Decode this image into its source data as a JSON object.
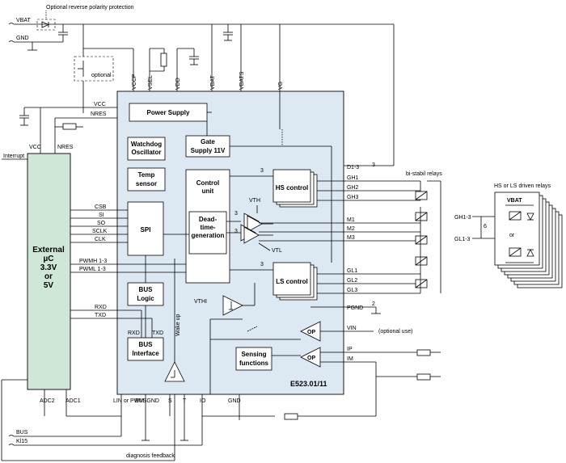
{
  "top": {
    "vbat": "VBAT",
    "gnd": "GND",
    "polarity_note": "Optional reverse polarity protection",
    "optional": "optional",
    "interrupt": "Interrupt",
    "vcc": "VCC",
    "nres": "NRES"
  },
  "pins_top": [
    "VCCP",
    "VSEL",
    "VDD",
    "VBAT",
    "VBATS",
    "VG"
  ],
  "ic": {
    "part_number": "E523.01/11",
    "power_supply": "Power Supply",
    "watchdog_1": "Watchdog",
    "watchdog_2": "Oscillator",
    "gate_1": "Gate",
    "gate_2": "Supply 11V",
    "temp_1": "Temp",
    "temp_2": "sensor",
    "control_1": "Control",
    "control_2": "unit",
    "dead_1": "Dead-",
    "dead_2": "time-",
    "dead_3": "generation",
    "spi": "SPI",
    "hs_control": "HS control",
    "ls_control": "LS control",
    "bus_logic_1": "BUS",
    "bus_logic_2": "Logic",
    "bus_if_1": "BUS",
    "bus_if_2": "Interface",
    "sensing_1": "Sensing",
    "sensing_2": "functions",
    "vth": "VTH",
    "vtl": "VTL",
    "vthi": "VTHI",
    "op": "OP",
    "wake_up": "Wake up",
    "rxd": "RXD",
    "txd": "TXD"
  },
  "mcu": {
    "label_1": "External",
    "label_2": "µC",
    "label_3": "3.3V",
    "label_4": "or",
    "label_5": "5V",
    "vcc": "VCC",
    "nres": "NRES",
    "adc2": "ADC2",
    "adc1": "ADC1"
  },
  "left_signals": [
    "CSB",
    "SI",
    "SO",
    "SCLK",
    "CLK",
    "PWMH 1-3",
    "PWML 1-3",
    "RXD",
    "TXD"
  ],
  "right_pins": [
    "D1-3",
    "GH1",
    "GH2",
    "GH3",
    "M1",
    "M2",
    "M3",
    "GL1",
    "GL2",
    "GL3",
    "PGND",
    "VIN",
    "IP",
    "IM"
  ],
  "bottom_pins": [
    "LIN or PWM",
    "BUSGND",
    "S",
    "T",
    "IO",
    "GND"
  ],
  "bus_counts": {
    "c3a": "3",
    "c3b": "3",
    "c3c": "3",
    "c3d": "3",
    "c3e": "3",
    "c2": "2",
    "c6": "6"
  },
  "right": {
    "optional_use": "(optional use)",
    "bistabil": "bi-stabil relays",
    "hs_ls_driven": "HS or LS driven relays",
    "vbat": "VBAT",
    "or": "or",
    "gh13": "GH1-3",
    "gl13": "GL1-3"
  },
  "bottom": {
    "bus": "BUS",
    "kl15": "Kl15",
    "diag": "diagnosis feedback"
  }
}
